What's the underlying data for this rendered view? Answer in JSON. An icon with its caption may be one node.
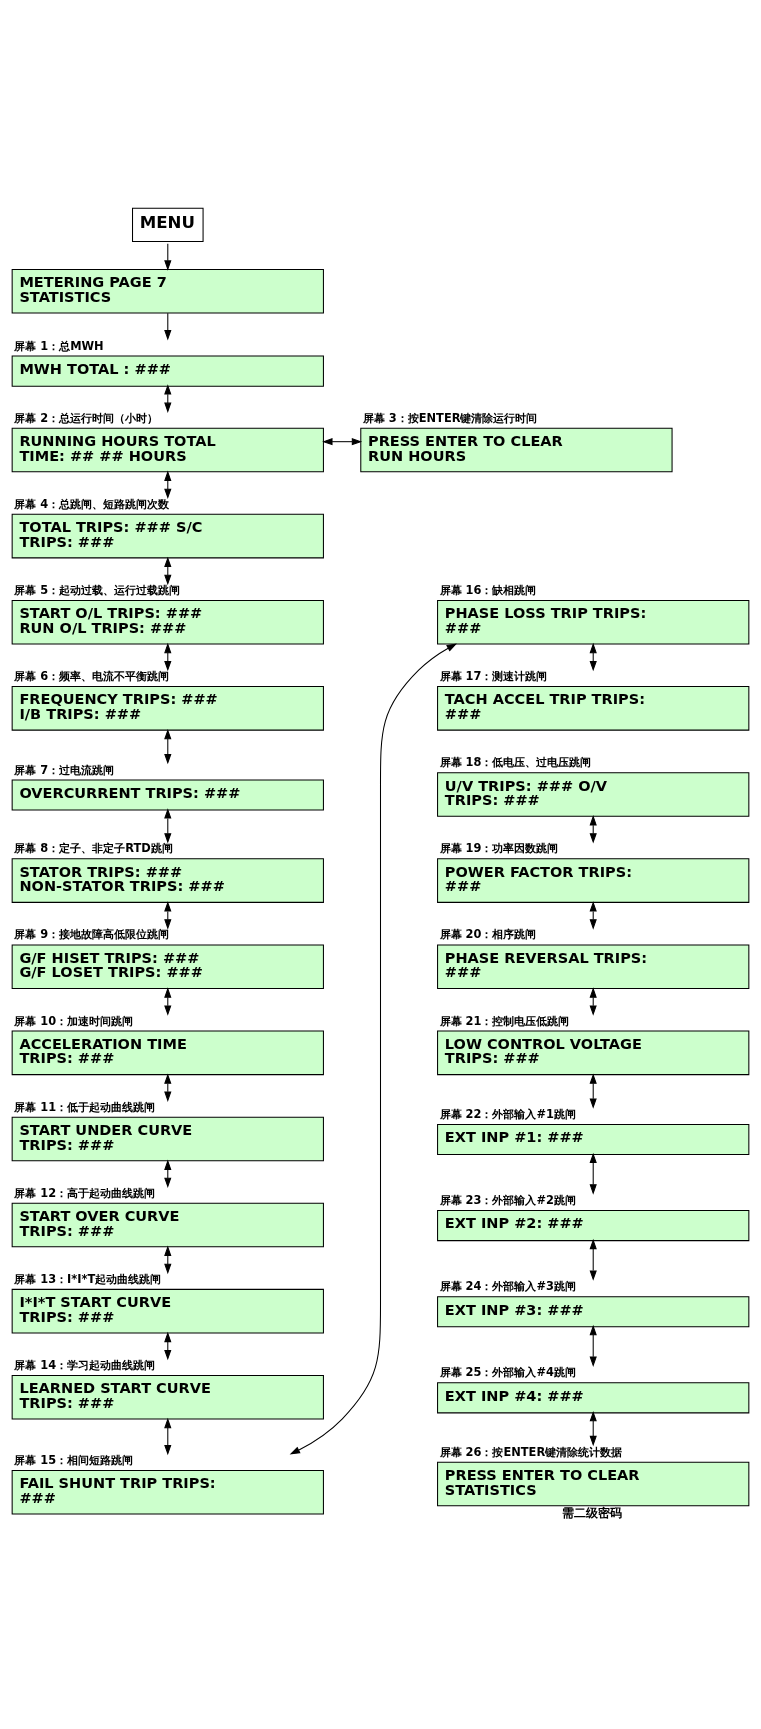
{
  "diagram": {
    "nodes": [
      {
        "text": [
          "MENU"
        ]
      },
      {
        "text": [
          "METERING PAGE 7 STATISTICS"
        ]
      },
      {
        "text": [
          "屏幕 1：总MWH",
          "MWH TOTAL : ###"
        ]
      },
      {
        "text": [
          "屏幕 2：总运行时间（小时）",
          "RUNNING HOURS TOTAL TIME: ## ## HOURS"
        ]
      },
      {
        "text": [
          "屏幕 3：按ENTER键清除运行时间",
          "PRESS ENTER TO CLEAR RUN HOURS"
        ]
      },
      {
        "text": [
          "屏幕 4：总跳闸、短路跳闸次数",
          "TOTAL TRIPS: ### S/C TRIPS: ###"
        ]
      },
      {
        "text": [
          "屏幕 5：起动过载、运行过载跳闸",
          "START O/L TRIPS: ### RUN O/L TRIPS: ###"
        ]
      },
      {
        "text": [
          "屏幕 6：频率、电流不平衡跳闸",
          "FREQUENCY TRIPS: ### I/B TRIPS: ###"
        ]
      },
      {
        "text": [
          "屏幕 7：过电流跳闸",
          "OVERCURRENT TRIPS: ###"
        ]
      },
      {
        "text": [
          "屏幕 8：定子、非定子RTD跳闸",
          "STATOR TRIPS: ### NON-STATOR TRIPS: ###"
        ]
      },
      {
        "text": [
          "屏幕 9：接地故障高低限位跳闸",
          "G/F HISET TRIPS: ### G/F LOSET TRIPS: ###"
        ]
      },
      {
        "text": [
          "屏幕 10：加速时间跳闸",
          "ACCELERATION TIME TRIPS: ###"
        ]
      },
      {
        "text": [
          "屏幕 11：低于起动曲线跳闸",
          "START UNDER CURVE TRIPS: ###"
        ]
      },
      {
        "text": [
          "屏幕 12：高于起动曲线跳闸",
          "START OVER CURVE TRIPS: ###"
        ]
      },
      {
        "text": [
          "屏幕 13：I*I*T起动曲线跳闸",
          "I*I*T START CURVE TRIPS: ###"
        ]
      },
      {
        "text": [
          "屏幕 14：学习起动曲线跳闸",
          "LEARNED START CURVE TRIPS: ###"
        ]
      },
      {
        "text": [
          "屏幕 15：相间短路跳闸",
          "FAIL SHUNT TRIP TRIPS: ###"
        ]
      },
      {
        "text": [
          "屏幕 16：缺相跳闸",
          "PHASE LOSS TRIP TRIPS: ###"
        ]
      },
      {
        "text": [
          "屏幕 17：测速计跳闸",
          "TACH ACCEL TRIP TRIPS: ###"
        ]
      },
      {
        "text": [
          "屏幕 18：低电压、过电压跳闸",
          "U/V TRIPS: ### O/V TRIPS: ###"
        ]
      },
      {
        "text": [
          "屏幕 19：功率因数跳闸",
          "POWER FACTOR TRIPS: ###"
        ]
      },
      {
        "text": [
          "屏幕 20：相序跳闸",
          "PHASE REVERSAL TRIPS: ###"
        ]
      },
      {
        "text": [
          "屏幕 21：控制电压低跳闸",
          "LOW CONTROL VOLTAGE TRIPS: ###"
        ]
      },
      {
        "text": [
          "屏幕 22：外部输入#1跳闸",
          "EXT INP #1: ###"
        ]
      },
      {
        "text": [
          "屏幕 23：外部输入#2跳闸",
          "EXT INP #2: ###"
        ]
      },
      {
        "text": [
          "屏幕 24：外部输入#3跳闸",
          "EXT INP #3: ###"
        ]
      },
      {
        "text": [
          "屏幕 25：外部输入#4跳闸",
          "EXT INP #4: ###"
        ]
      },
      {
        "text": [
          "屏幕 26：按ENTER键清除统计数据",
          "PRESS ENTER TO CLEAR STATISTICS"
        ],
        "beside": [
          "需二级密码"
        ]
      }
    ],
    "edges": [
      {
        "from": 0,
        "to": 1,
        "arrow": "to"
      },
      {
        "from": 1,
        "to": 2,
        "arrow": "to"
      },
      {
        "from": 2,
        "to": 3,
        "arrow": "both"
      },
      {
        "from": 3,
        "to": 4,
        "arrow": "both"
      },
      {
        "from": 3,
        "to": 5,
        "arrow": "both"
      },
      {
        "from": 5,
        "to": 6,
        "arrow": "both"
      },
      {
        "from": 6,
        "to": 7,
        "arrow": "both"
      },
      {
        "from": 7,
        "to": 8,
        "arrow": "both"
      },
      {
        "from": 8,
        "to": 9,
        "arrow": "both"
      },
      {
        "from": 9,
        "to": 10,
        "arrow": "both"
      },
      {
        "from": 10,
        "to": 11,
        "arrow": "both"
      },
      {
        "from": 11,
        "to": 12,
        "arrow": "both"
      },
      {
        "from": 12,
        "to": 13,
        "arrow": "both"
      },
      {
        "from": 13,
        "to": 14,
        "arrow": "both"
      },
      {
        "from": 14,
        "to": 15,
        "arrow": "both"
      },
      {
        "from": 15,
        "to": 16,
        "arrow": "both"
      },
      {
        "from": 16,
        "to": 17,
        "arrow": "both"
      },
      {
        "from": 17,
        "to": 18,
        "arrow": "both"
      },
      {
        "from": 19,
        "to": 20,
        "arrow": "both"
      },
      {
        "from": 20,
        "to": 21,
        "arrow": "both"
      },
      {
        "from": 21,
        "to": 22,
        "arrow": "both"
      },
      {
        "from": 22,
        "to": 23,
        "arrow": "both"
      },
      {
        "from": 23,
        "to": 24,
        "arrow": "both"
      },
      {
        "from": 24,
        "to": 25,
        "arrow": "both"
      },
      {
        "from": 25,
        "to": 26,
        "arrow": "both"
      },
      {
        "from": 26,
        "to": 27,
        "arrow": "both"
      }
    ]
  }
}
